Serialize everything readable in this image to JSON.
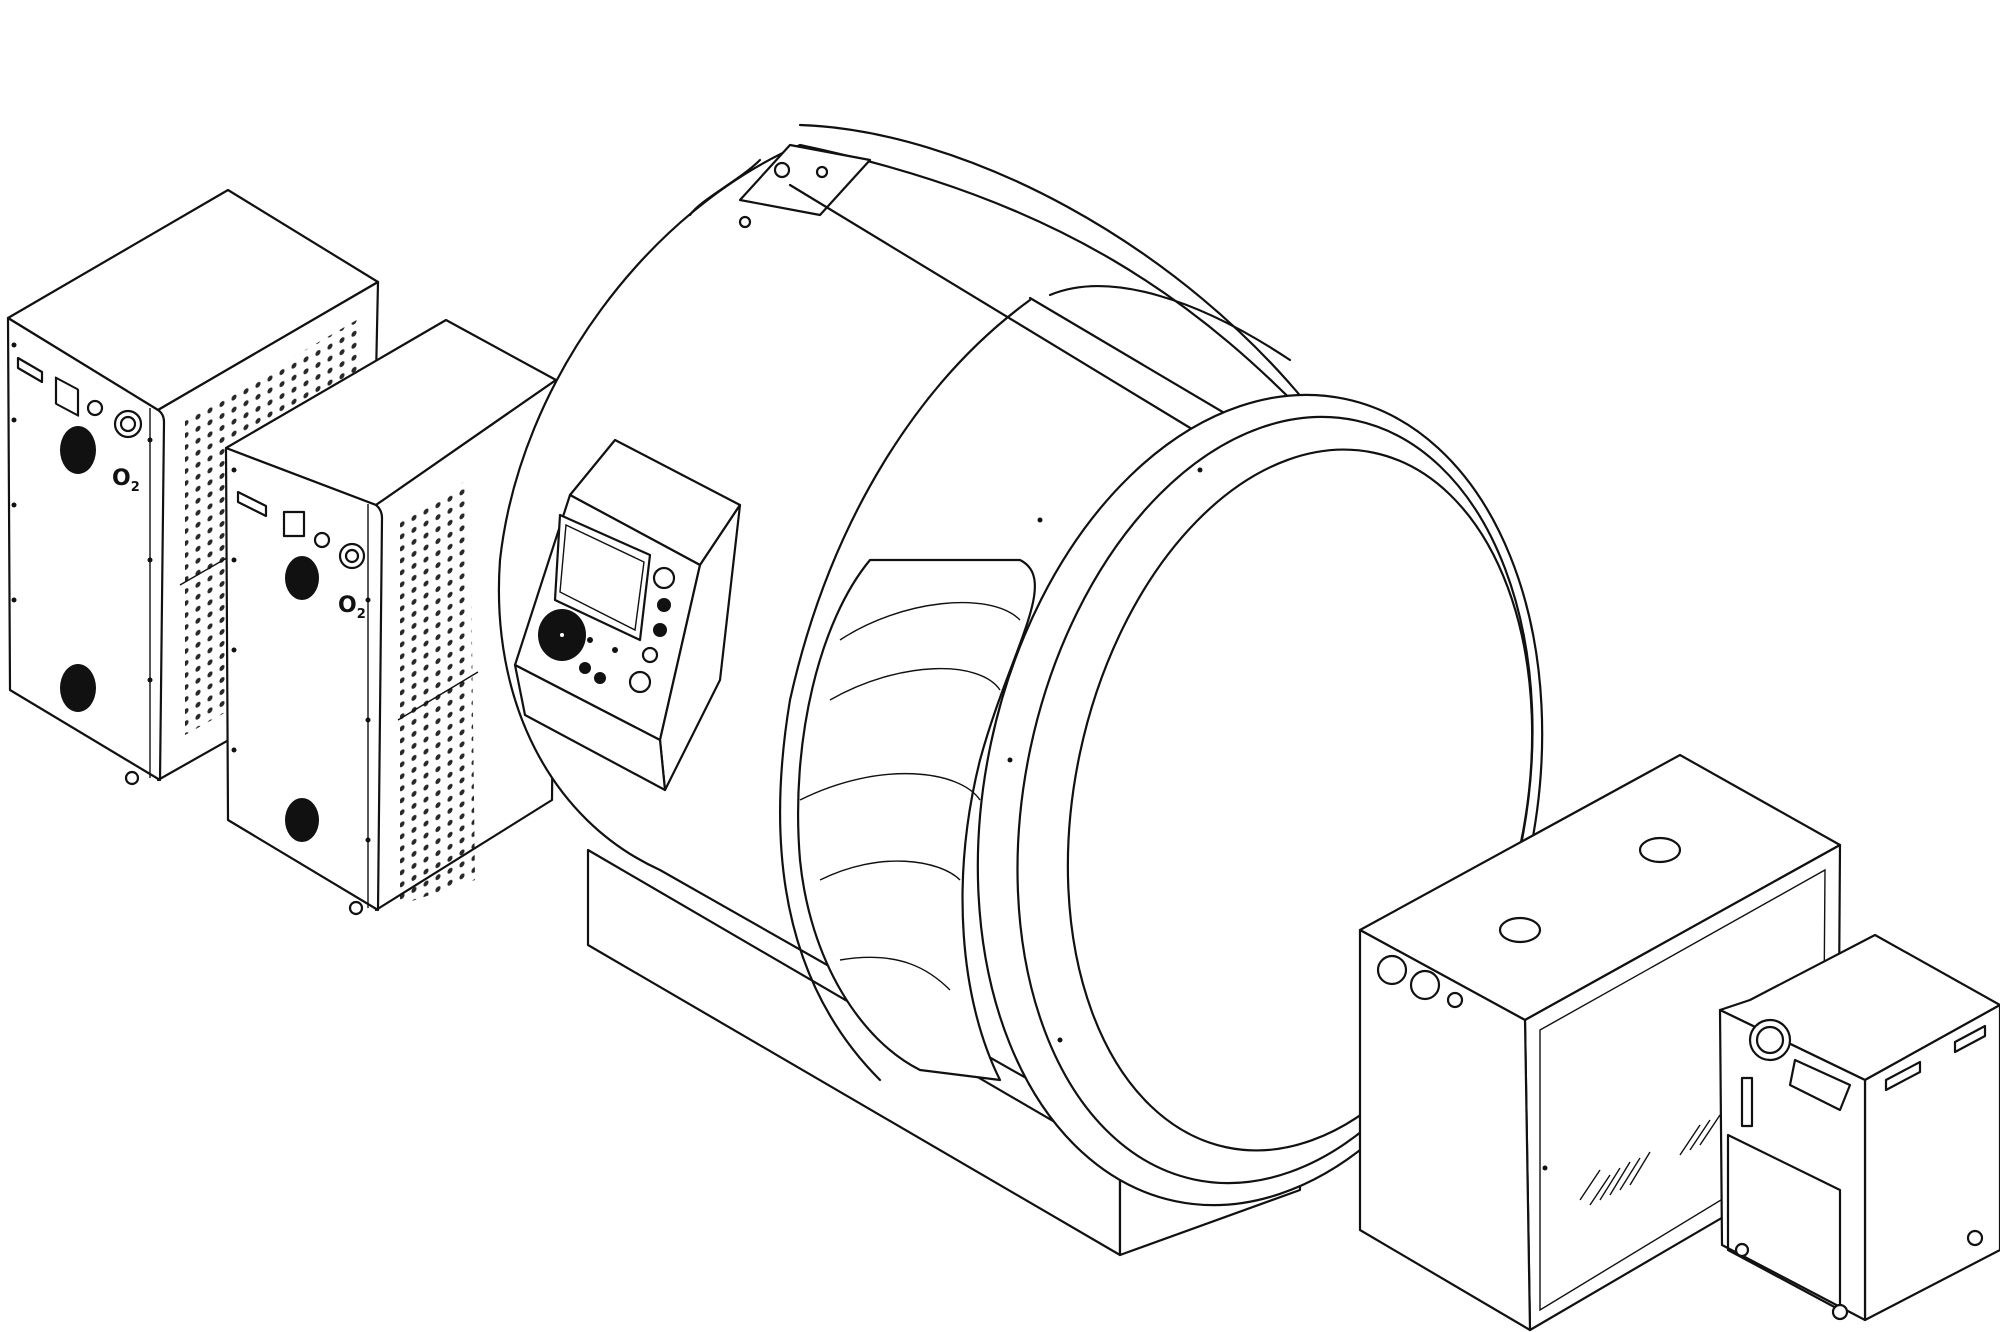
{
  "figure": {
    "type": "technical-line-drawing",
    "subject": "hyperbaric-chamber-system",
    "colors": {
      "stroke": "#111111",
      "background": "#ffffff"
    }
  },
  "components": {
    "oxygen_unit_1": {
      "label": "O",
      "label_sub": "2"
    },
    "oxygen_unit_2": {
      "label": "O",
      "label_sub": "2"
    },
    "chamber": {
      "name": "cylindrical-chamber"
    },
    "control_panel": {
      "name": "chamber-control-panel"
    },
    "compressor_unit": {
      "name": "air-compressor-cabinet"
    },
    "chiller_unit": {
      "name": "small-chiller-unit"
    }
  }
}
